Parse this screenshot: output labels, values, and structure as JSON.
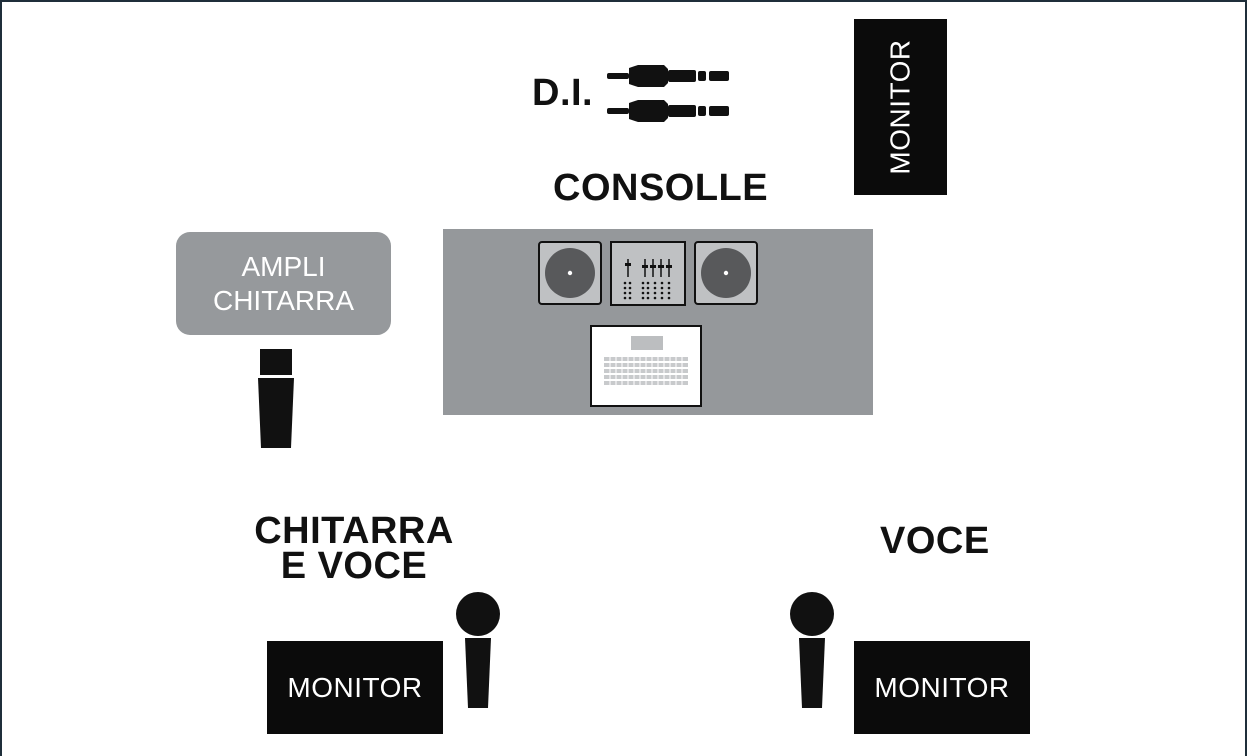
{
  "labels": {
    "di": "D.I.",
    "console": "CONSOLLE",
    "guitar_voice_line1": "CHITARRA",
    "guitar_voice_line2": "E VOCE",
    "voice": "VOCE"
  },
  "amp": {
    "line1": "AMPLI",
    "line2": "CHITARRA"
  },
  "monitors": {
    "top": "MONITOR",
    "left": "MONITOR",
    "right": "MONITOR"
  },
  "colors": {
    "monitor": "#0b0b0b",
    "amp": "#96999c",
    "console": "#95989b",
    "border": "#1f2e3a"
  }
}
